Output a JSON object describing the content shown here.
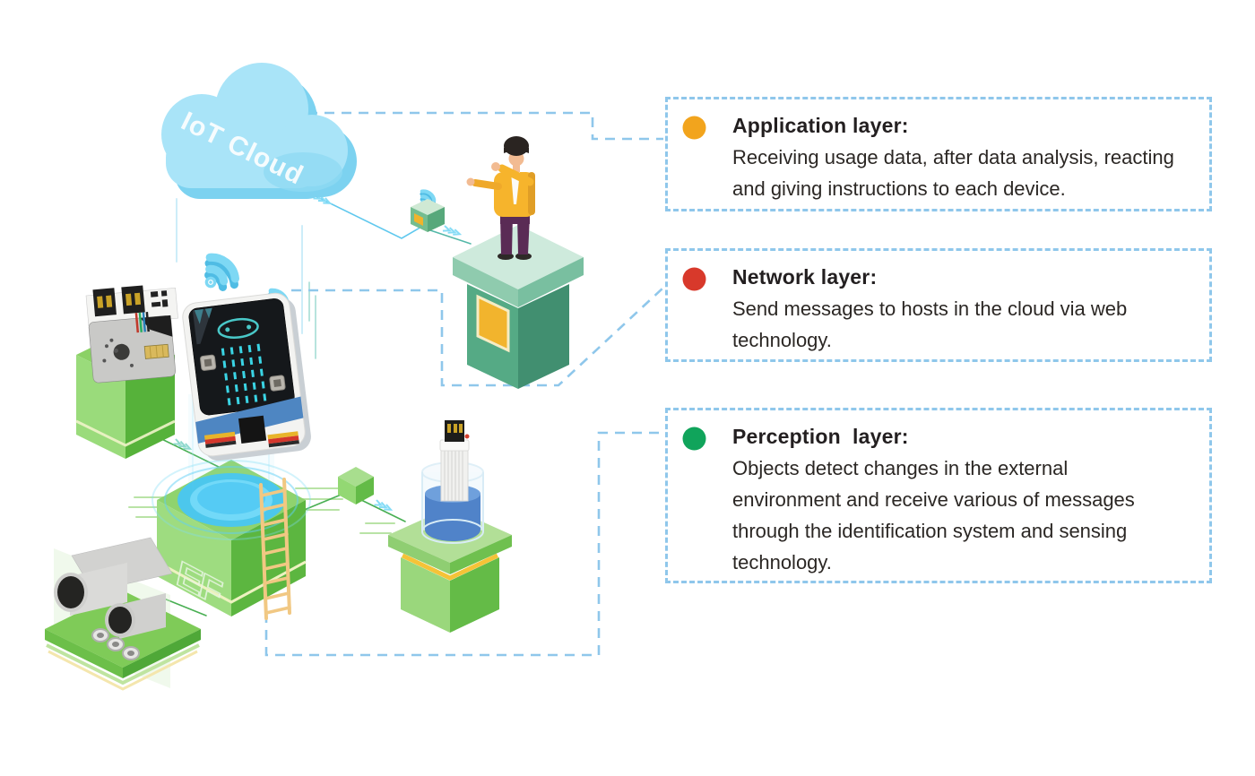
{
  "illustration": {
    "cloud_label": "IoT Cloud",
    "cube_logo": "EF"
  },
  "layers": [
    {
      "title": "Application layer:",
      "bullet_color": "#F2A41D",
      "body_lines": [
        "Receiving usage data, after data analysis, reacting",
        "and giving instructions to each device."
      ]
    },
    {
      "title": "Network layer:",
      "bullet_color": "#D8392B",
      "body_lines": [
        "Send messages to hosts in the cloud via web",
        "technology."
      ]
    },
    {
      "title": "Perception  layer:",
      "bullet_color": "#10A45B",
      "body_lines": [
        "Objects detect changes in the external",
        "environment and receive various of messages",
        "through the identification system and sensing",
        "technology."
      ]
    }
  ],
  "colors": {
    "dashed_connector_blue": "#8FC7EB",
    "cloud_blue": "#A9E4F8",
    "wifi_cyan": "#7ED8F4",
    "portal_cyan": "#49C6F2",
    "cube_green_top": "#8FD36E",
    "cube_green_dark": "#5CB640",
    "podium_teal": "#55AA85",
    "panel_yellow": "#F2B42D",
    "ladder_tan": "#F1C883",
    "text_black": "#231F20"
  }
}
